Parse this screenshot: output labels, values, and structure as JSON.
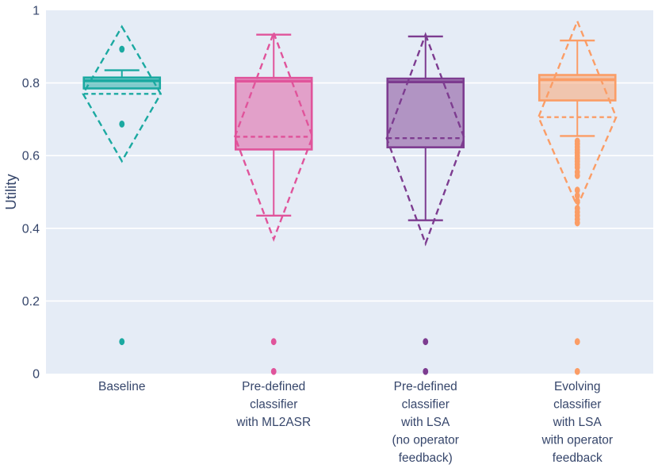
{
  "chart_data": {
    "type": "box",
    "title": "",
    "xlabel": "",
    "ylabel": "Utility",
    "ylim": [
      0,
      1
    ],
    "yticks": [
      0,
      0.2,
      0.4,
      0.6,
      0.8,
      1
    ],
    "ytick_labels": [
      "0",
      "0.2",
      "0.4",
      "0.6",
      "0.8",
      "1"
    ],
    "grid": true,
    "legend": "none",
    "plot_bg": "#e5ecf6",
    "grid_color": "#ffffff",
    "text_color": "#36466b",
    "categories": [
      "Baseline",
      "Pre-defined classifier with ML2ASR",
      "Pre-defined classifier with LSA (no operator feedback)",
      "Evolving classifier with LSA with operator feedback"
    ],
    "series": [
      {
        "name": "baseline",
        "label_lines": [
          "Baseline"
        ],
        "color": "#1ba9a1",
        "whisker_low": 0.785,
        "q1": 0.785,
        "median": 0.806,
        "q3": 0.815,
        "whisker_high": 0.835,
        "mean": 0.77,
        "diamond_top": 0.955,
        "diamond_bottom": 0.585,
        "outliers": [
          0.893,
          0.687,
          0.088
        ]
      },
      {
        "name": "predefined-ml2asr",
        "label_lines": [
          "Pre-defined",
          "classifier",
          "with ML2ASR"
        ],
        "color": "#e0549b",
        "whisker_low": 0.435,
        "q1": 0.617,
        "median": 0.805,
        "q3": 0.814,
        "whisker_high": 0.933,
        "mean": 0.652,
        "diamond_top": 0.938,
        "diamond_bottom": 0.37,
        "outliers": [
          0.088,
          0.006
        ]
      },
      {
        "name": "predefined-lsa-no-feedback",
        "label_lines": [
          "Pre-defined",
          "classifier",
          "with LSA",
          "(no operator",
          "feedback)"
        ],
        "color": "#7d3c90",
        "whisker_low": 0.422,
        "q1": 0.623,
        "median": 0.803,
        "q3": 0.812,
        "whisker_high": 0.928,
        "mean": 0.648,
        "diamond_top": 0.933,
        "diamond_bottom": 0.358,
        "outliers": [
          0.088,
          0.006
        ]
      },
      {
        "name": "evolving-lsa-feedback",
        "label_lines": [
          "Evolving",
          "classifier",
          "with LSA",
          "with operator",
          "feedback"
        ],
        "color": "#fb9d66",
        "whisker_low": 0.654,
        "q1": 0.752,
        "median": 0.809,
        "q3": 0.822,
        "whisker_high": 0.917,
        "mean": 0.706,
        "diamond_top": 0.97,
        "diamond_bottom": 0.46,
        "outliers": [
          0.64,
          0.632,
          0.624,
          0.616,
          0.608,
          0.6,
          0.592,
          0.584,
          0.576,
          0.568,
          0.555,
          0.545,
          0.505,
          0.49,
          0.475,
          0.455,
          0.445,
          0.435,
          0.425,
          0.415,
          0.088,
          0.006
        ]
      }
    ]
  }
}
